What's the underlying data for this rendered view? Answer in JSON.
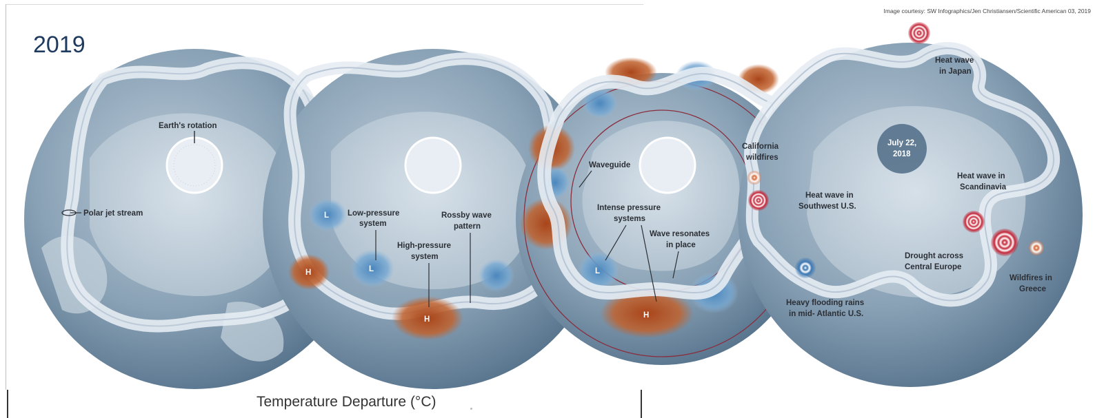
{
  "header": {
    "year": "2019",
    "credit": "Image courtesy: SW Infographics/Jen Christiansen/Scientific American 03, 2019"
  },
  "footer": {
    "title": "Temperature Departure (°C)"
  },
  "globe1": {
    "rotation_label": "Earth's rotation",
    "jet_label": "Polar jet stream"
  },
  "globe2": {
    "low_label": [
      "Low-pressure",
      "system"
    ],
    "high_label": [
      "High-pressure",
      "system"
    ],
    "rossby_label": [
      "Rossby wave",
      "pattern"
    ],
    "h_marker": "H",
    "l_marker": "L"
  },
  "globe3": {
    "waveguide_label": "Waveguide",
    "intense_label": [
      "Intense pressure",
      "systems"
    ],
    "resonates_label": [
      "Wave resonates",
      "in place"
    ],
    "h_marker": "H",
    "l_marker": "L"
  },
  "globe4": {
    "date": [
      "July 22,",
      "2018"
    ],
    "japan": [
      "Heat wave",
      "in Japan"
    ],
    "california": [
      "California",
      "wildfires"
    ],
    "southwest": [
      "Heat wave in",
      "Southwest U.S."
    ],
    "scandinavia": [
      "Heat wave in",
      "Scandinavia"
    ],
    "drought": [
      "Drought across",
      "Central Europe"
    ],
    "greece": [
      "Wildfires in",
      "Greece"
    ],
    "flooding": [
      "Heavy flooding rains",
      "in mid- Atlantic U.S."
    ]
  },
  "colors": {
    "warm": "#b4521f",
    "cool": "#5a94c4",
    "heat_target": "#c4283a",
    "globe": "#7f98ad"
  }
}
